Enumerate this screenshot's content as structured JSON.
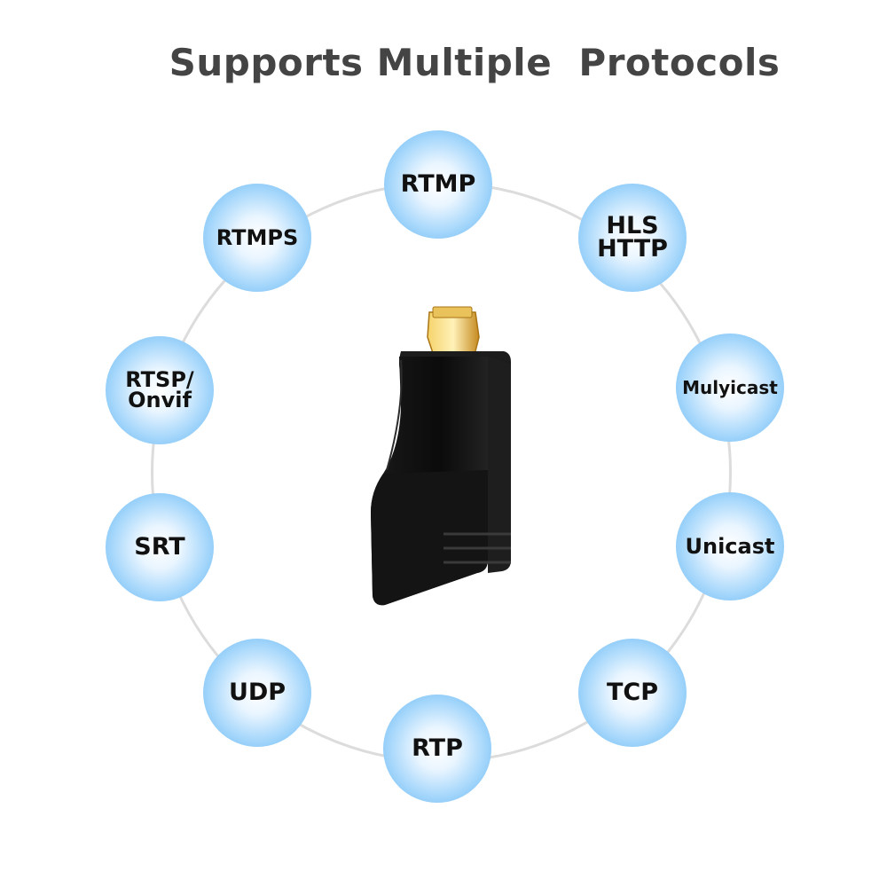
{
  "title": "Supports Multiple  Protocols",
  "protocols": [
    {
      "label": "RTMP"
    },
    {
      "label": "HLS\nHTTP"
    },
    {
      "label": "Mulyicast"
    },
    {
      "label": "Unicast"
    },
    {
      "label": "TCP"
    },
    {
      "label": "RTP"
    },
    {
      "label": "UDP"
    },
    {
      "label": "SRT"
    },
    {
      "label": "RTSP/\nOnvif"
    },
    {
      "label": "RTMPS"
    }
  ],
  "colors": {
    "bubble_edge": "#5fb3f2",
    "bubble_center": "#ffffff",
    "title_text": "#444444",
    "device_body": "#111111",
    "connector": "#d8a533"
  },
  "device": {
    "icon": "hdmi-encoder-device"
  }
}
